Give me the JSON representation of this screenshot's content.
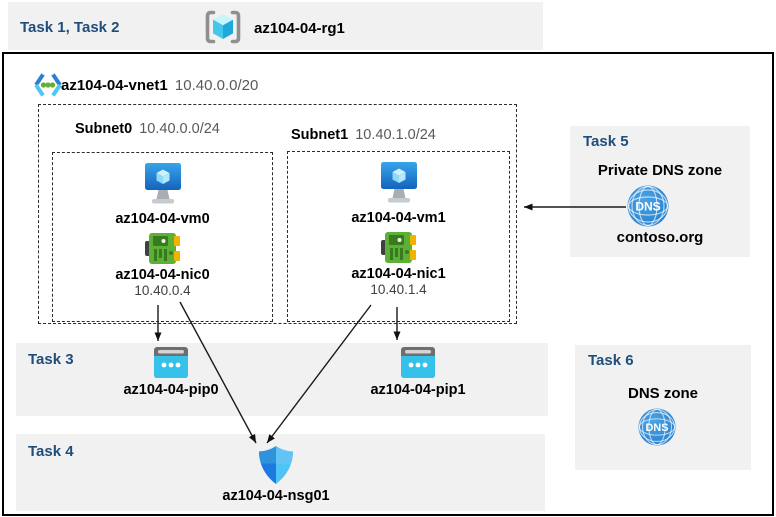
{
  "header": {
    "tasks_label": "Task 1, Task 2",
    "resource_group": "az104-04-rg1"
  },
  "vnet": {
    "name": "az104-04-vnet1",
    "cidr": "10.40.0.0/20"
  },
  "subnets": [
    {
      "name": "Subnet0",
      "cidr": "10.40.0.0/24",
      "vm_name": "az104-04-vm0",
      "nic_name": "az104-04-nic0",
      "nic_ip": "10.40.0.4"
    },
    {
      "name": "Subnet1",
      "cidr": "10.40.1.0/24",
      "vm_name": "az104-04-vm1",
      "nic_name": "az104-04-nic1",
      "nic_ip": "10.40.1.4"
    }
  ],
  "task3": {
    "label": "Task 3",
    "pip0_name": "az104-04-pip0",
    "pip1_name": "az104-04-pip1"
  },
  "task4": {
    "label": "Task 4",
    "nsg_name": "az104-04-nsg01"
  },
  "task5": {
    "label": "Task 5",
    "title": "Private DNS zone",
    "zone_name": "contoso.org",
    "icon_text": "DNS"
  },
  "task6": {
    "label": "Task 6",
    "title": "DNS zone",
    "icon_text": "DNS"
  },
  "colors": {
    "task_label_blue": "#1F4E79",
    "band_background": "#F1F1F2",
    "muted_text": "#595959",
    "arrow_black": "#1a1a1a",
    "vm_blue": "#1565BC",
    "nic_green": "#5CB037",
    "pip_cyan": "#35C1EA",
    "dns_blue": "#2179CB"
  }
}
